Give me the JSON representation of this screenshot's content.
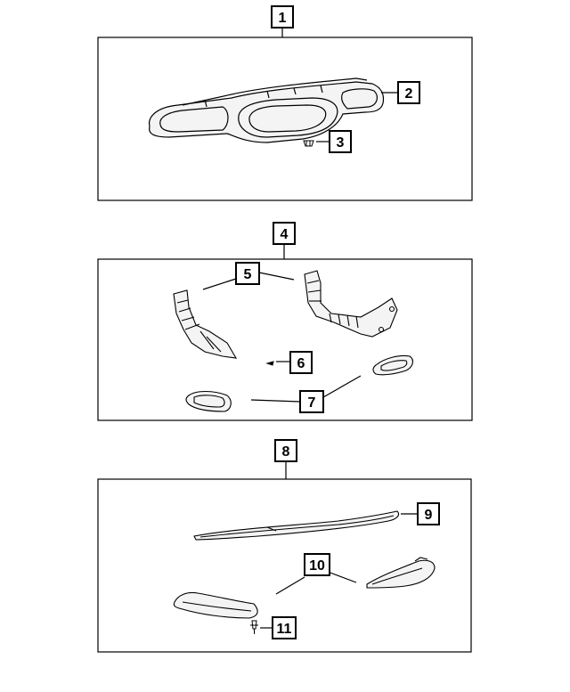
{
  "callouts": {
    "c1": "1",
    "c2": "2",
    "c3": "3",
    "c4": "4",
    "c5": "5",
    "c6": "6",
    "c7": "7",
    "c8": "8",
    "c9": "9",
    "c10": "10",
    "c11": "11"
  },
  "colors": {
    "line": "#000000",
    "background": "#ffffff",
    "part_fill": "#f4f4f4"
  },
  "icons": {
    "bumper_assembly": "front-bumper-fascia-icon",
    "clip": "push-pin-clip-icon",
    "duct": "air-duct-icon",
    "bezel": "fog-lamp-bezel-icon",
    "spoiler": "air-dam-spoiler-icon",
    "deflector": "corner-deflector-icon"
  }
}
